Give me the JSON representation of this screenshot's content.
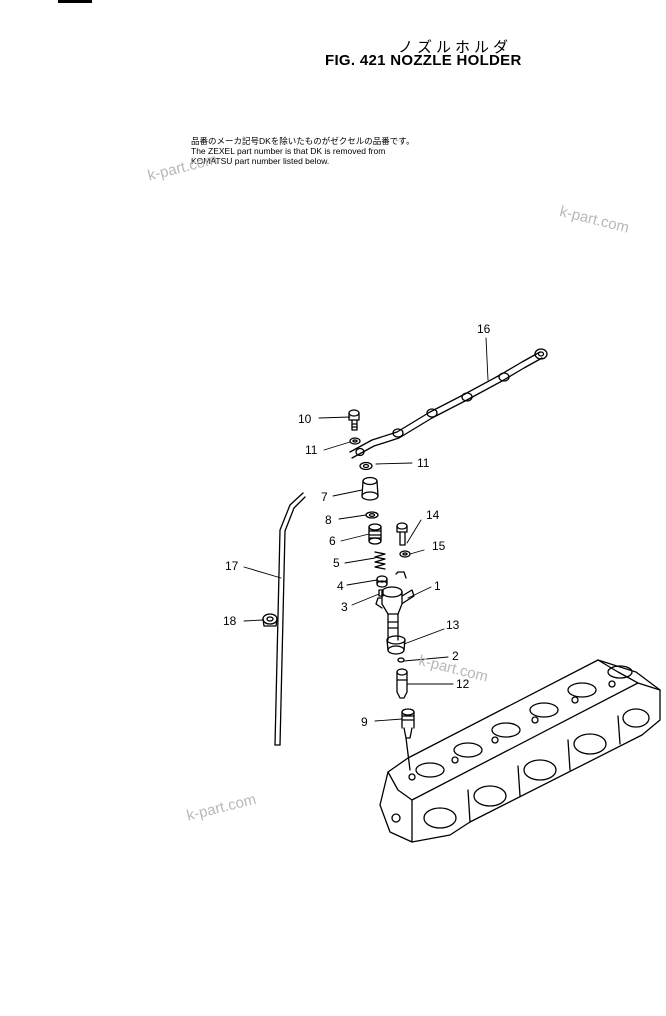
{
  "title": {
    "japanese": "ノズルホルダ",
    "english": "FIG. 421  NOZZLE HOLDER"
  },
  "note": {
    "line1": "品番のメーカ記号DKを除いたものがゼクセルの品番です。",
    "line2": "The ZEXEL part number is that DK is removed from",
    "line3": "KOMATSU part number listed below."
  },
  "watermarks": [
    "k-part.com",
    "k-part.com",
    "k-part.com",
    "k-part.com"
  ],
  "callouts": {
    "c1": "1",
    "c2": "2",
    "c3": "3",
    "c4": "4",
    "c5": "5",
    "c6": "6",
    "c7": "7",
    "c8": "8",
    "c9": "9",
    "c10": "10",
    "c11a": "11",
    "c11b": "11",
    "c12": "12",
    "c13": "13",
    "c14": "14",
    "c15": "15",
    "c16": "16",
    "c17": "17",
    "c18": "18"
  },
  "line_color": "#000000",
  "watermark_color": "#b8b8b8"
}
